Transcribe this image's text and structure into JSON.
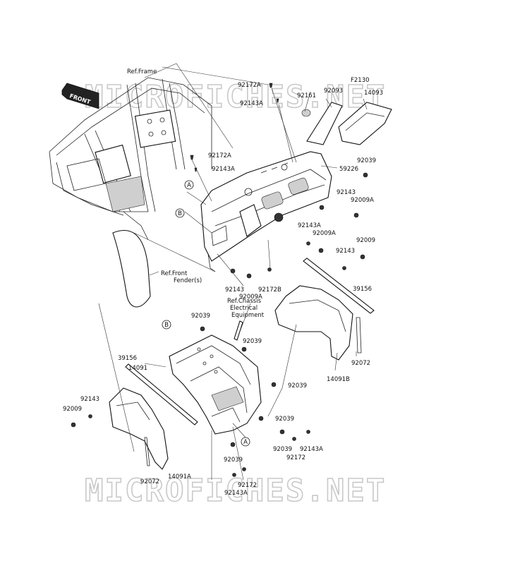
{
  "watermark": "MICROFICHES.NET",
  "front_tag": "FRONT",
  "callouts": {
    "a": "A",
    "b": "B"
  },
  "labels": {
    "ref_frame": "Ref.Frame",
    "ref_front_fender_1": "Ref.Front",
    "ref_front_fender_2": "Fender(s)",
    "ref_chassis_1": "Ref.Chassis",
    "ref_chassis_2": "Electrical",
    "ref_chassis_3": "Equipment",
    "f2130": "F2130",
    "p92172A_top": "92172A",
    "p92143A_top": "92143A",
    "p92161": "92161",
    "p92093": "92093",
    "p14093": "14093",
    "p92039_r1": "92039",
    "p59226": "59226",
    "p92143_r1": "92143",
    "p92009A_r1": "92009A",
    "p92172A_mid": "92172A",
    "p92143A_mid": "92143A",
    "p92143A_r2": "92143A",
    "p92009A_r2": "92009A",
    "p92009_r": "92009",
    "p92143_r2": "92143",
    "p39156_r": "39156",
    "p92143_c": "92143",
    "p92172B": "92172B",
    "p92009A_c": "92009A",
    "p92039_c1": "92039",
    "p92039_c2": "92039",
    "p92072_r": "92072",
    "p14091B": "14091B",
    "p39156_l": "39156",
    "p14091": "14091",
    "p92039_c3": "92039",
    "p92143_l": "92143",
    "p92009_l": "92009",
    "p92039_c4": "92039",
    "p92039_c5": "92039",
    "p92143A_b": "92143A",
    "p92172_b": "92172",
    "p92039_c6": "92039",
    "p92072_l": "92072",
    "p14091A": "14091A",
    "p92172_b2": "92172",
    "p92143A_b2": "92143A"
  }
}
